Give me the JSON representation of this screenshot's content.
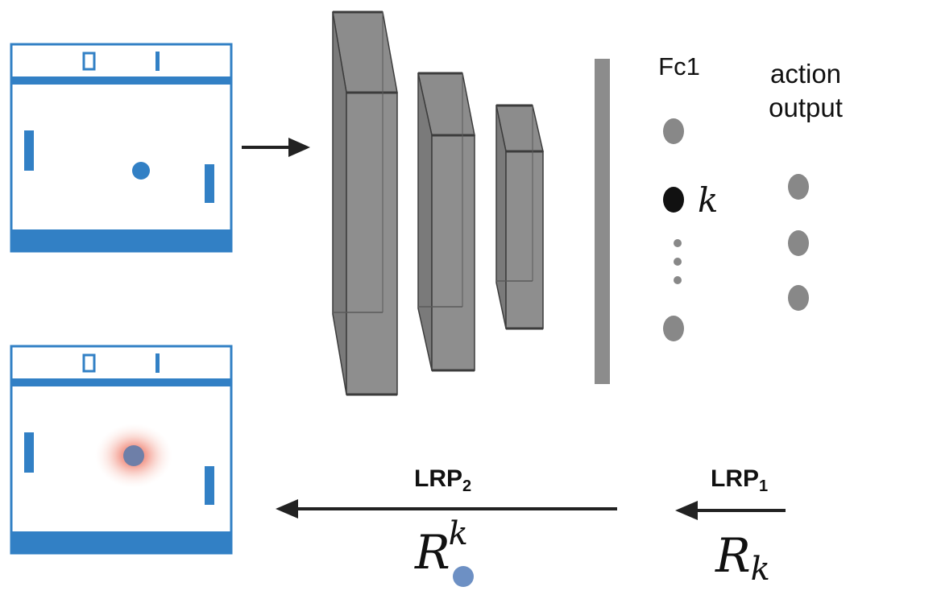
{
  "labels": {
    "fc1": "Fc1",
    "action_output_line1": "action",
    "action_output_line2": "output",
    "neuron_k": "k",
    "lrp1_base": "LRP",
    "lrp1_sub": "1",
    "lrp2_base": "LRP",
    "lrp2_sub": "2",
    "rk_base": "R",
    "rk_sub": "k",
    "rkball_base": "R",
    "rkball_sup": "k"
  },
  "colors": {
    "game_blue": "#3280c5",
    "layer_gray": "#8c8c8c",
    "layer_edge": "#3c3c3c",
    "neuron_gray": "#888888",
    "neuron_selected": "#111111",
    "arrow": "#222222",
    "heatmap_red": "#e8503c",
    "ball_relevance": "#6e7fa8",
    "ball_symbol": "#6d90c4"
  },
  "icons": {
    "game_input": "pong-frame-icon",
    "game_output": "pong-relevance-frame-icon"
  }
}
